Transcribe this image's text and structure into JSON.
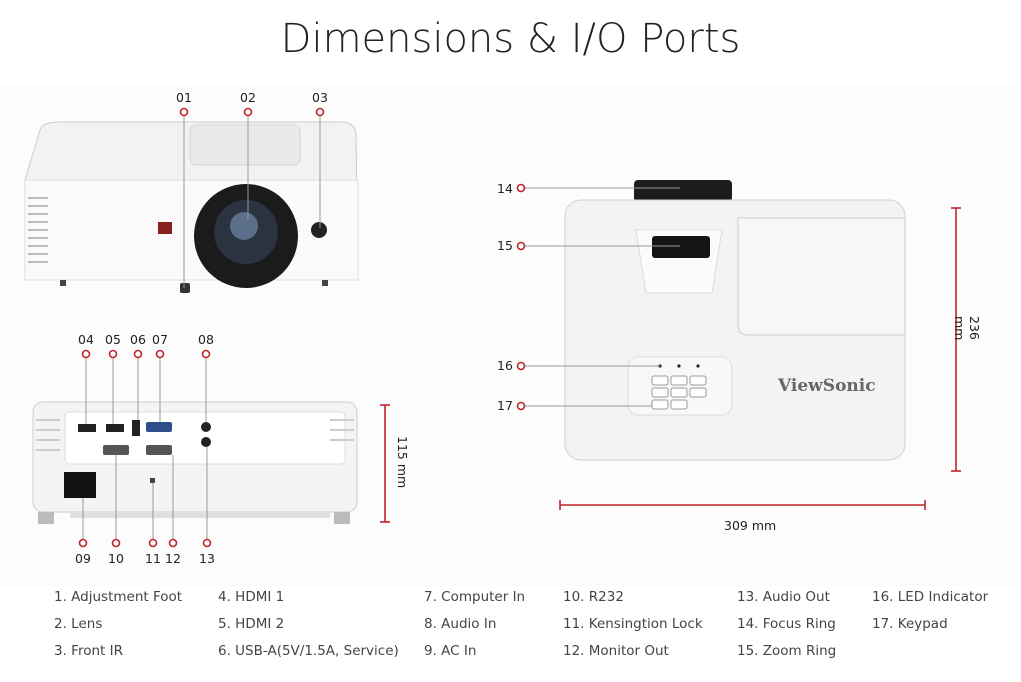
{
  "title": "Dimensions & I/O Ports",
  "brand": "ViewSonic",
  "accent_color": "#c0232c",
  "callouts": {
    "front": [
      "01",
      "02",
      "03"
    ],
    "rear_top": [
      "04",
      "05",
      "06",
      "07",
      "08"
    ],
    "rear_bottom": [
      "09",
      "10",
      "11",
      "12",
      "13"
    ],
    "top": [
      "14",
      "15",
      "16",
      "17"
    ]
  },
  "dimensions": {
    "height": "115 mm",
    "depth": "236 mm",
    "width": "309 mm"
  },
  "legend": [
    [
      "1. Adjustment Foot",
      "2. Lens",
      "3. Front IR"
    ],
    [
      "4. HDMI 1",
      "5. HDMI 2",
      "6. USB-A(5V/1.5A, Service)"
    ],
    [
      "7. Computer In",
      "8. Audio In",
      "9. AC In"
    ],
    [
      "10. R232",
      "11. Kensingtion Lock",
      "12. Monitor Out"
    ],
    [
      "13. Audio Out",
      "14. Focus Ring",
      "15. Zoom Ring"
    ],
    [
      "16. LED Indicator",
      "17. Keypad"
    ]
  ]
}
